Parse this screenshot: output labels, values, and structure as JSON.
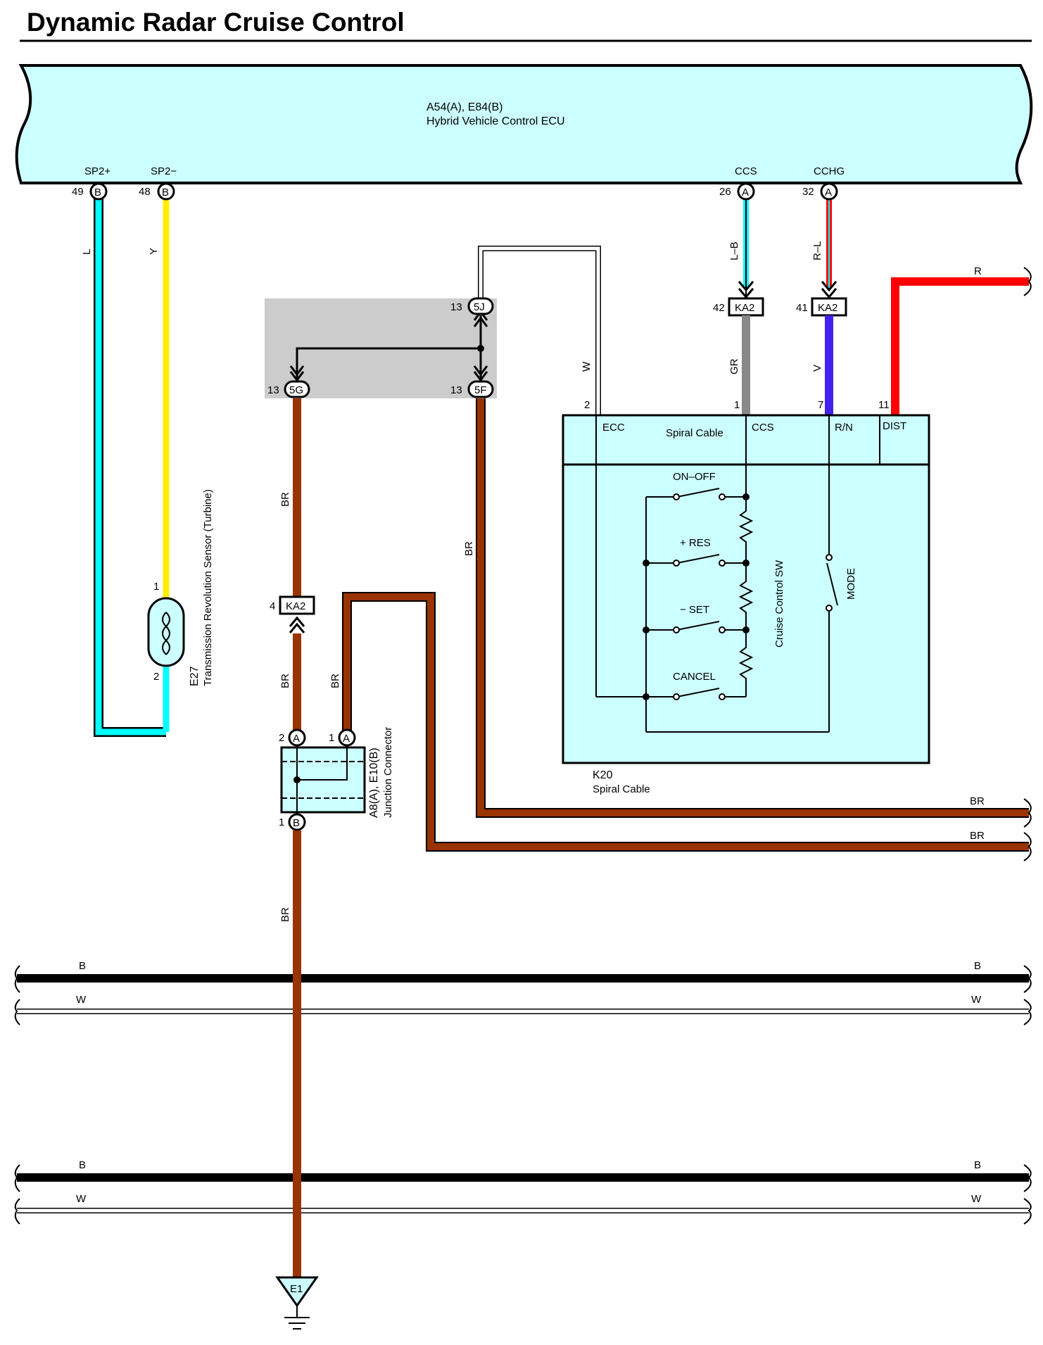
{
  "title": "Dynamic Radar Cruise Control",
  "colors": {
    "ecu_fill": "#ccffff",
    "light_blue": "#00ffff",
    "yellow": "#ffee00",
    "brown": "#993300",
    "red": "#ff0000",
    "gray": "#888888",
    "violet": "#4422ee",
    "junction_gray": "#cccccc"
  },
  "ecu": {
    "code": "A54(A), E84(B)",
    "name": "Hybrid Vehicle Control ECU",
    "pins": [
      {
        "label": "SP2+",
        "num": "49",
        "conn": "B"
      },
      {
        "label": "SP2−",
        "num": "48",
        "conn": "B"
      },
      {
        "label": "CCS",
        "num": "26",
        "conn": "A"
      },
      {
        "label": "CCHG",
        "num": "32",
        "conn": "A"
      }
    ]
  },
  "wires": {
    "sp2p": "L",
    "sp2m": "Y",
    "ccs_top": "L–B",
    "cchg_top": "R–L",
    "ccs_bottom": "GR",
    "cchg_bottom": "V",
    "ecc": "W",
    "dist": "R",
    "br_5g": "BR",
    "br_5f": "BR",
    "br_ka2": "BR",
    "br_a1": "BR",
    "br_ground": "BR",
    "br_right1": "BR",
    "br_right2": "BR"
  },
  "sensor": {
    "code": "E27",
    "name": "Transmission Revolution Sensor (Turbine)",
    "pin_top": "1",
    "pin_bottom": "2"
  },
  "junction_block": {
    "pins": [
      {
        "num": "13",
        "conn": "5J"
      },
      {
        "num": "13",
        "conn": "5G"
      },
      {
        "num": "13",
        "conn": "5F"
      }
    ]
  },
  "ka2_connectors": [
    {
      "num": "42",
      "label": "KA2"
    },
    {
      "num": "41",
      "label": "KA2"
    },
    {
      "num": "4",
      "label": "KA2"
    }
  ],
  "spiral": {
    "code": "K20",
    "name": "Spiral Cable",
    "inner_label": "Spiral Cable",
    "pins": [
      {
        "num": "2",
        "label": "ECC"
      },
      {
        "num": "1",
        "label": "CCS"
      },
      {
        "num": "7",
        "label": "R/N"
      },
      {
        "num": "11",
        "label": "DIST"
      }
    ],
    "switch_name": "Cruise Control SW",
    "switches": [
      "ON–OFF",
      "+ RES",
      "− SET",
      "CANCEL"
    ],
    "mode": "MODE"
  },
  "junction_connector": {
    "code": "A8(A), E10(B)",
    "name": "Junction Connector",
    "pins": [
      {
        "num": "2",
        "conn": "A"
      },
      {
        "num": "1",
        "conn": "A"
      },
      {
        "num": "1",
        "conn": "B"
      }
    ]
  },
  "buses": [
    {
      "b": "B",
      "w": "W"
    },
    {
      "b": "B",
      "w": "W"
    }
  ],
  "ground": "E1"
}
